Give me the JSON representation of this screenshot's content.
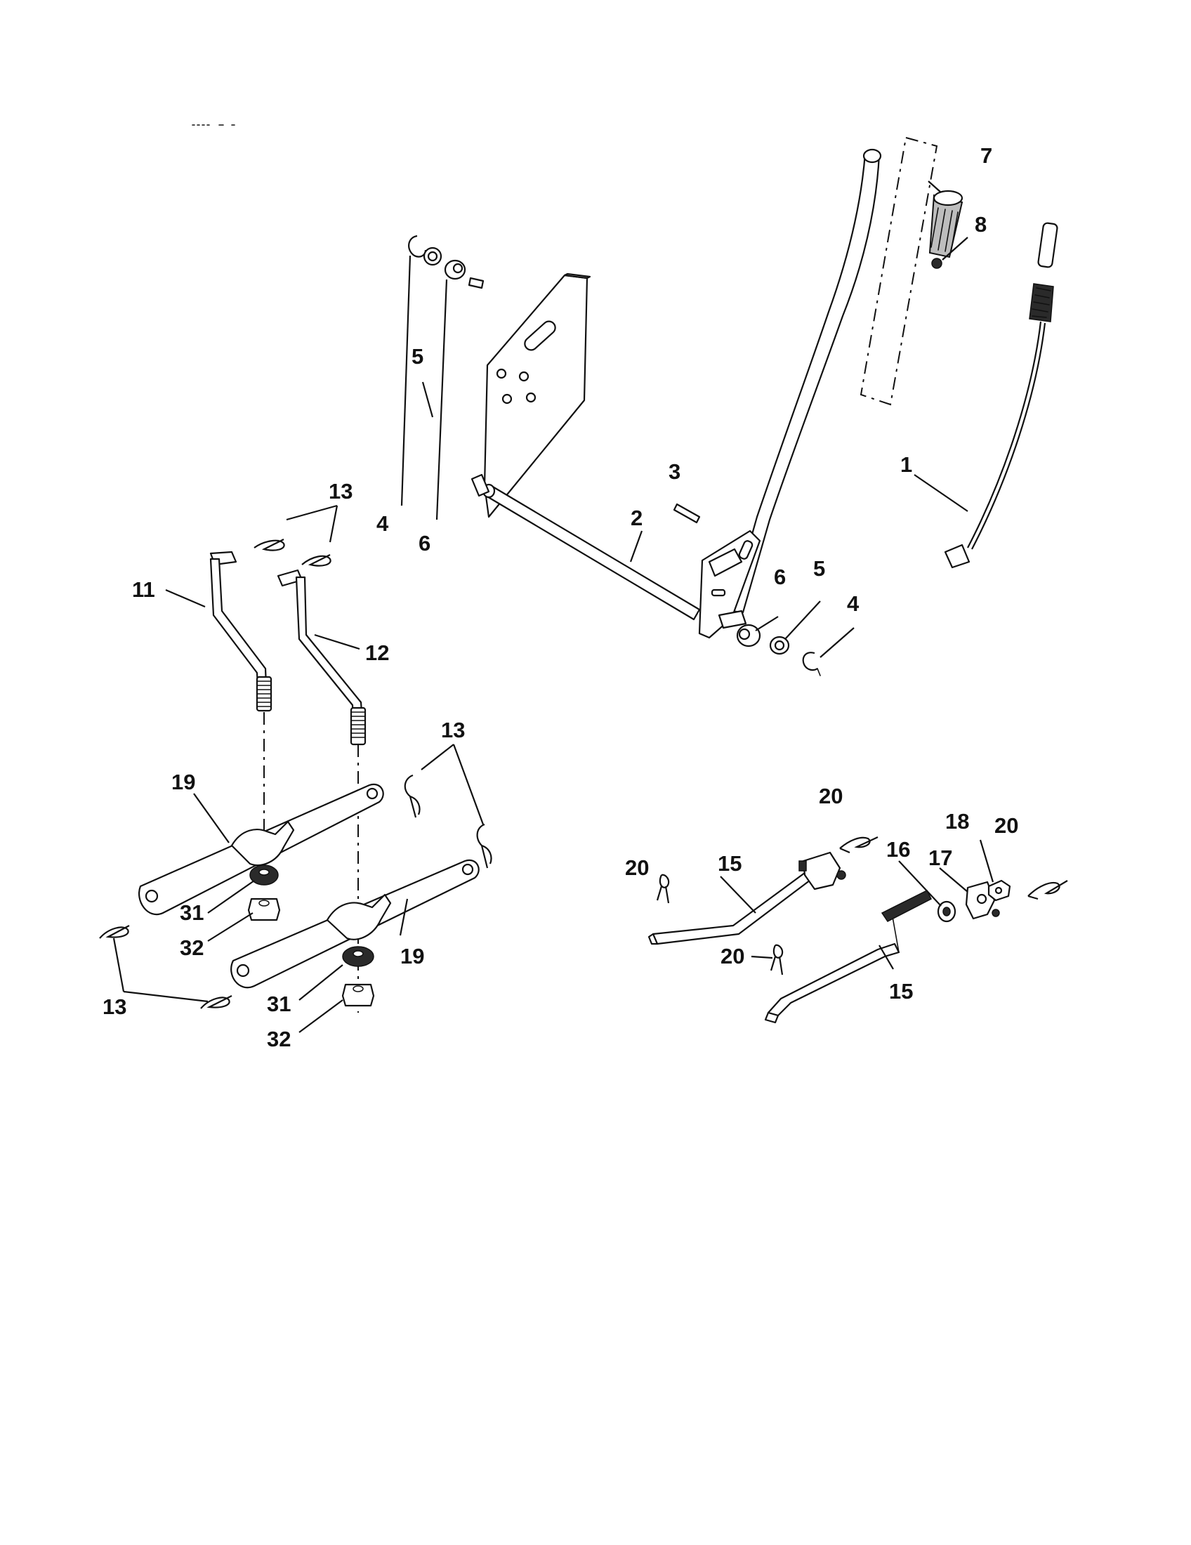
{
  "callouts": {
    "c1": "1",
    "c2": "2",
    "c3": "3",
    "c4a": "4",
    "c4b": "4",
    "c5a": "5",
    "c5b": "5",
    "c6a": "6",
    "c6b": "6",
    "c7": "7",
    "c8": "8",
    "c11": "11",
    "c12": "12",
    "c13a": "13",
    "c13b": "13",
    "c13c": "13",
    "c15a": "15",
    "c15b": "15",
    "c16": "16",
    "c17": "17",
    "c18": "18",
    "c19a": "19",
    "c19b": "19",
    "c20a": "20",
    "c20b": "20",
    "c20c": "20",
    "c20d": "20",
    "c31a": "31",
    "c31b": "31",
    "c32a": "32",
    "c32b": "32"
  },
  "colors": {
    "line": "#111111",
    "background": "#ffffff",
    "grip": "#bdbdbd"
  }
}
